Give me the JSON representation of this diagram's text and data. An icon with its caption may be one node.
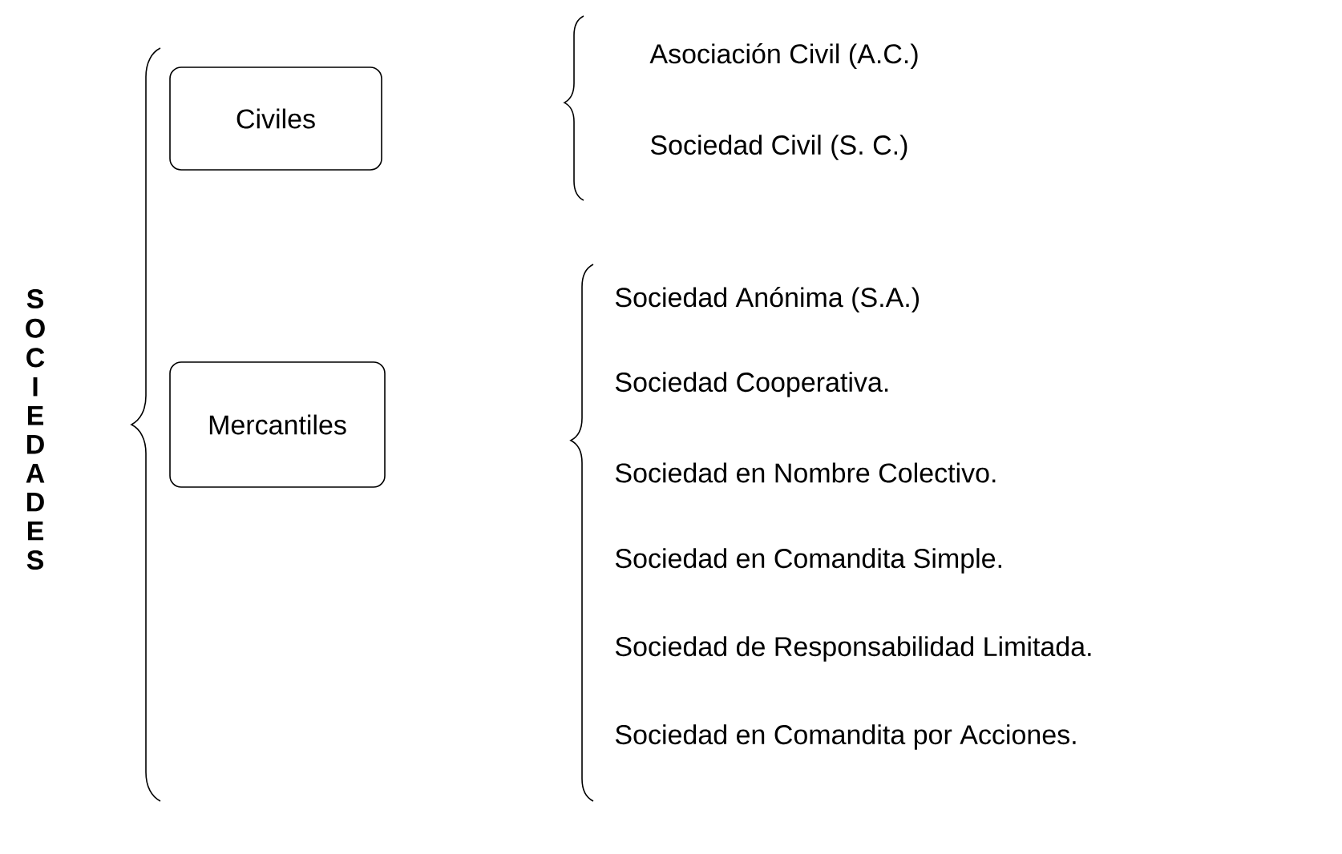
{
  "diagram": {
    "nodes": [
      {
        "text": [
          "Civiles"
        ]
      },
      {
        "text": [
          "Mercantiles"
        ]
      }
    ],
    "labels": [
      "SOCIEDADES",
      "Asociación Civil (A.C.)",
      "Sociedad Civil (S. C.)",
      "Sociedad Anónima (S.A.)",
      "Sociedad Cooperativa.",
      "Sociedad en Nombre Colectivo.",
      "Sociedad en Comandita Simple.",
      "Sociedad de Responsabilidad Limitada.",
      "Sociedad en Comandita por Acciones."
    ]
  }
}
